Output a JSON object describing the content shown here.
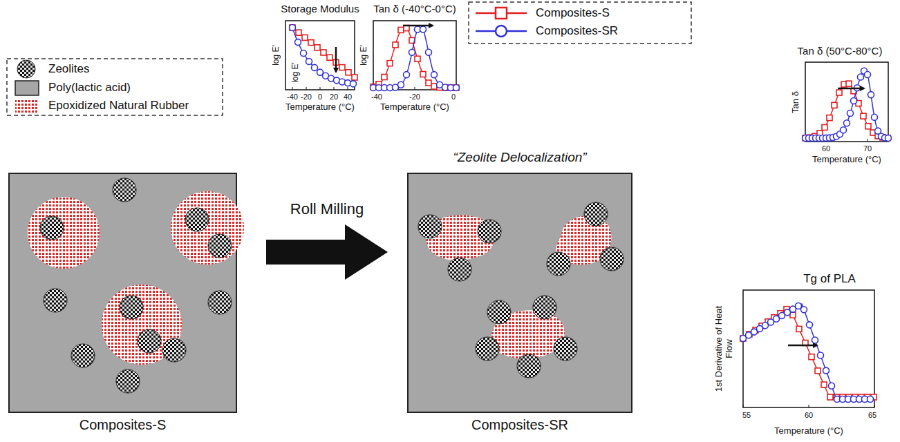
{
  "diagram": {
    "nodes": [
      {
        "text": [
          "Composites-S"
        ]
      },
      {
        "text": [
          "Composites-SR"
        ]
      }
    ],
    "edges": [
      {
        "from": 0,
        "to": 1,
        "label": "Roll Milling",
        "arrow": "to"
      }
    ],
    "labels": [
      "“Zeolite Delocalization”",
      "Storage Modulus",
      "log E'",
      "log E'",
      "-40",
      "-20",
      "0",
      "20",
      "40",
      "Temperature (°C)",
      "Tan δ (-40°C-0°C)",
      "log E'",
      "-40",
      "-20",
      "0",
      "Temperature (°C)",
      "Tan δ (50°C-80°C)",
      "Tan δ",
      "60",
      "70",
      "Temperature (°C)",
      "Tg of PLA",
      "1st Derivative of Heat Flow",
      "55",
      "60",
      "65",
      "Temperature (°C)"
    ],
    "legend": [
      {
        "text": "Zeolites"
      },
      {
        "text": "Poly(lactic acid)",
        "color": "#a6a6a6"
      },
      {
        "text": "Epoxidized Natural Rubber"
      },
      {
        "text": "Composites-S"
      },
      {
        "text": "Composites-SR"
      }
    ]
  }
}
